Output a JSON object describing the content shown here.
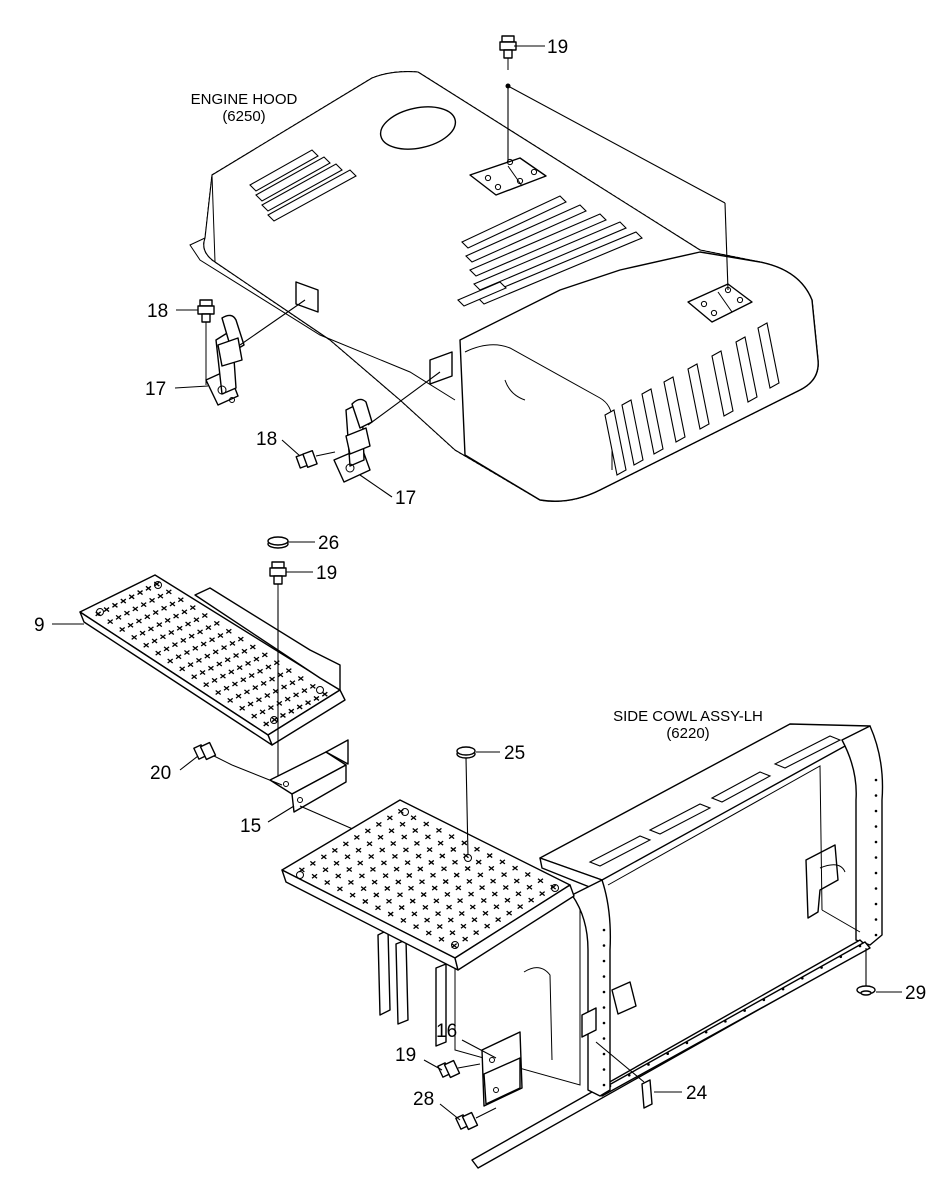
{
  "diagram": {
    "labels": {
      "engine_hood_name": "ENGINE HOOD",
      "engine_hood_code": "(6250)",
      "side_cowl_name": "SIDE COWL ASSY-LH",
      "side_cowl_code": "(6220)"
    },
    "callouts": {
      "c19_top": "19",
      "c18_left": "18",
      "c17_left": "17",
      "c18_mid": "18",
      "c17_mid": "17",
      "c26": "26",
      "c19_mid": "19",
      "c9": "9",
      "c20": "20",
      "c15": "15",
      "c25": "25",
      "c29": "29",
      "c16": "16",
      "c19_low": "19",
      "c28": "28",
      "c24": "24"
    },
    "colors": {
      "line": "#000000",
      "paper": "#ffffff"
    }
  }
}
